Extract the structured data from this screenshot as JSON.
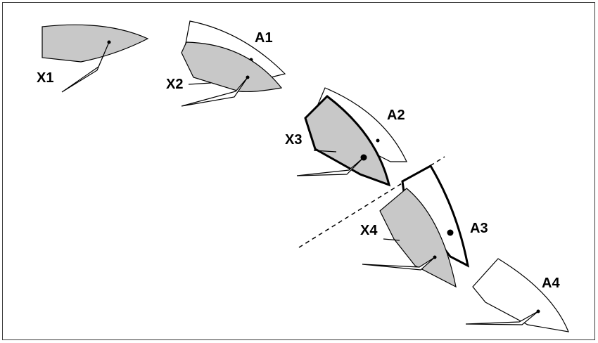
{
  "labels": {
    "x1": "X1",
    "x2": "X2",
    "x3": "X3",
    "x4": "X4",
    "a1": "A1",
    "a2": "A2",
    "a3": "A3",
    "a4": "A4"
  },
  "colors": {
    "boat_x_fill": "#c8c8c8",
    "boat_a_fill": "#ffffff",
    "stroke": "#000000",
    "frame": "#3a3a3a"
  }
}
